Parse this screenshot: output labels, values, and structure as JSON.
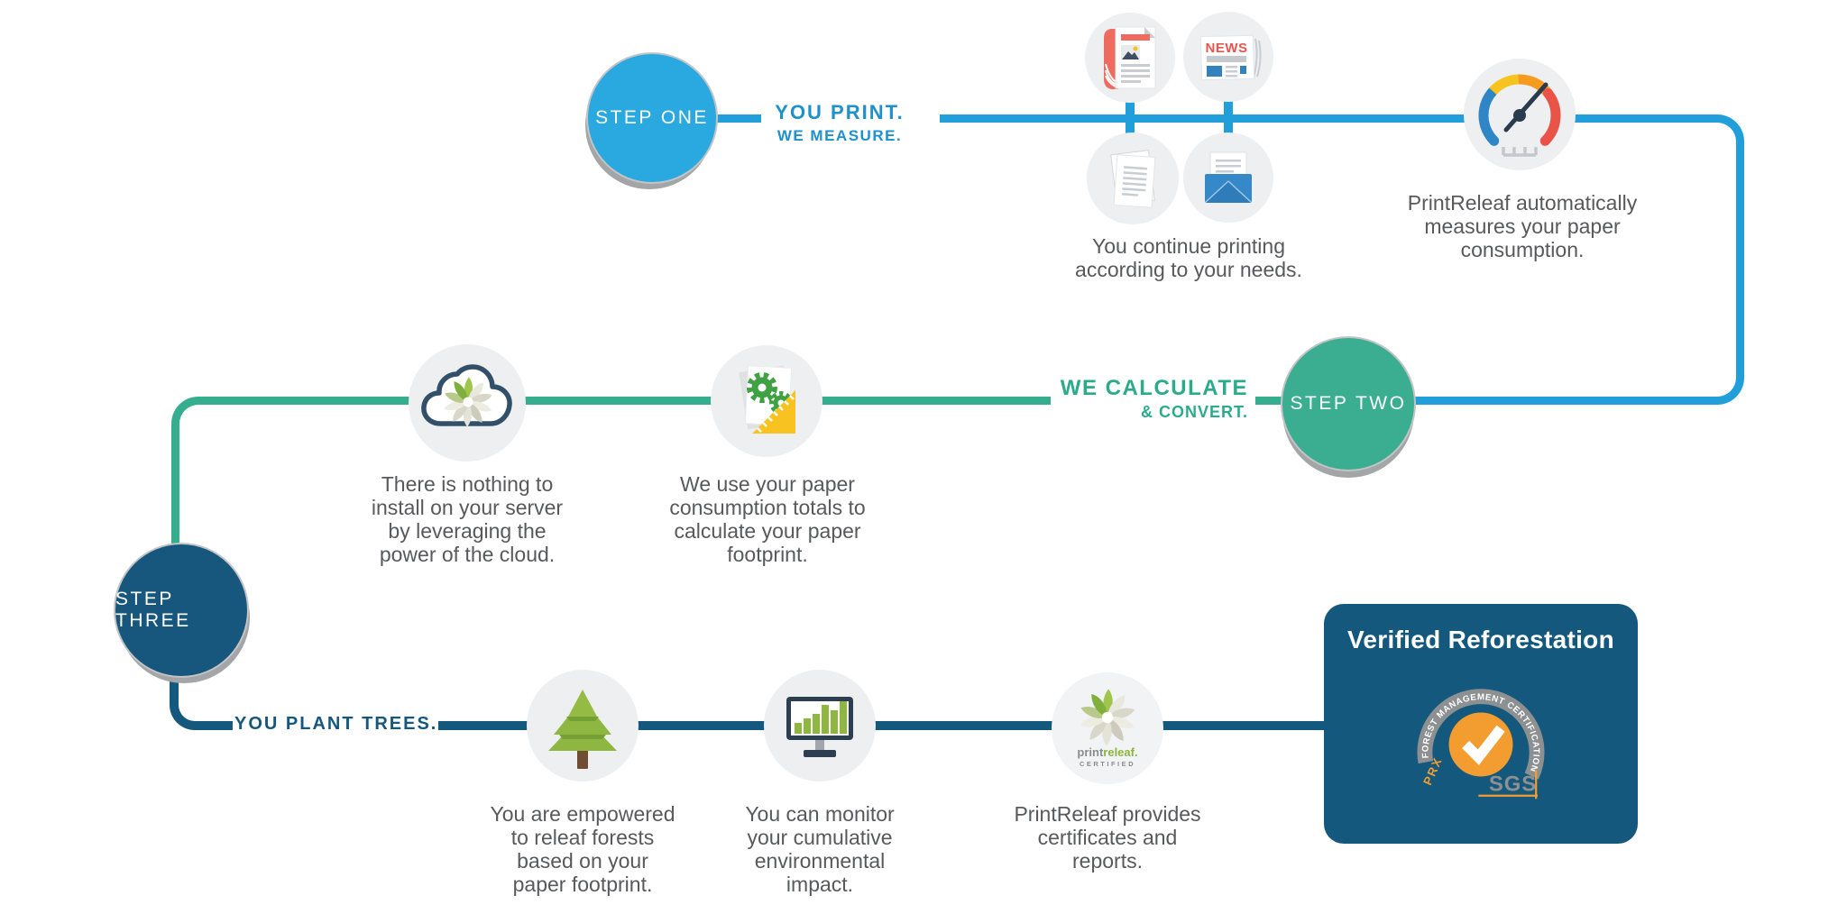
{
  "steps": {
    "one": {
      "label": "STEP ONE",
      "headline1": "YOU PRINT.",
      "headline2": "WE MEASURE."
    },
    "two": {
      "label": "STEP TWO",
      "headline1": "WE CALCULATE",
      "headline2": "& CONVERT."
    },
    "three": {
      "label": "STEP THREE",
      "headline": "YOU PLANT TREES."
    }
  },
  "captions": {
    "printing": "You continue printing\naccording to your needs.",
    "measure": "PrintReleaf automatically\nmeasures your paper\nconsumption.",
    "cloud": "There is nothing to\ninstall on your server\nby leveraging the\npower of the cloud.",
    "calculate": "We use your paper\nconsumption totals to\ncalculate your paper\nfootprint.",
    "plant": "You are empowered\nto releaf forests\nbased on your\npaper footprint.",
    "monitor": "You can monitor\nyour cumulative\nenvironmental\nimpact.",
    "certificates": "PrintReleaf provides\ncertificates and\nreports."
  },
  "verified": {
    "title": "Verified Reforestation",
    "arc_text": "FOREST MANAGEMENT CERTIFICATION",
    "prx": "PRX",
    "sgs": "SGS"
  },
  "icons": {
    "news_masthead": "NEWS",
    "printreleaf_print": "print",
    "printreleaf_releaf": "releaf.",
    "printreleaf_certified": "CERTIFIED"
  },
  "colors": {
    "step_one_blue": "#29A9E0",
    "step_two_teal": "#3BAE92",
    "step_three_navy": "#17577E",
    "flow_blue": "#219FDB",
    "flow_teal": "#35AD8F",
    "flow_navy": "#14587D",
    "caption_gray": "#58595B",
    "verified_bg": "#14587D",
    "badge_orange": "#F39C2F",
    "badge_gray": "#8D9091",
    "leaf_green": "#8CB63C"
  }
}
